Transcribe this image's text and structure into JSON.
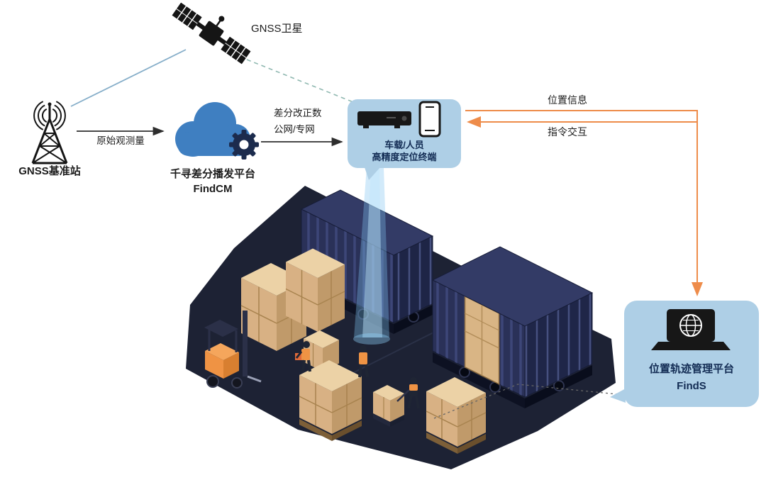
{
  "diagram": {
    "satellite": {
      "label": "GNSS卫星"
    },
    "base_station": {
      "label": "GNSS基准站"
    },
    "cloud_platform": {
      "line1": "千寻差分播发平台",
      "line2": "FindCM"
    },
    "terminal": {
      "line1": "车载/人员",
      "line2": "高精度定位终端"
    },
    "management_platform": {
      "line1": "位置轨迹管理平台",
      "line2": "FindS"
    },
    "links": {
      "raw_observation": "原始观测量",
      "correction_line1": "差分改正数",
      "correction_line2": "公网/专网",
      "position_info": "位置信息",
      "command_interaction": "指令交互"
    }
  },
  "icons": {
    "satellite": "satellite-icon",
    "base_station": "radio-tower-icon",
    "cloud": "cloud-gear-icon",
    "terminal_receiver": "gnss-receiver-icon",
    "terminal_phone": "smartphone-icon",
    "platform": "laptop-globe-icon"
  },
  "colors": {
    "background": "#ffffff",
    "node_box": "#aecfe6",
    "cloud_blue": "#3f7fc1",
    "gear_navy": "#1c2b4d",
    "icon_black": "#171717",
    "arrow_dark": "#2e2e2e",
    "arrow_orange": "#ee8c4a",
    "satellite_link_teal": "#8fb8b0",
    "base_link_blue": "#86aec9",
    "beam_blue": "#8cc6ee",
    "ground_navy": "#1d2234",
    "container_navy": "#2a3158",
    "crate_tan": "#d8b184",
    "forklift_orange": "#ef9344",
    "label_navy": "#132c54"
  }
}
